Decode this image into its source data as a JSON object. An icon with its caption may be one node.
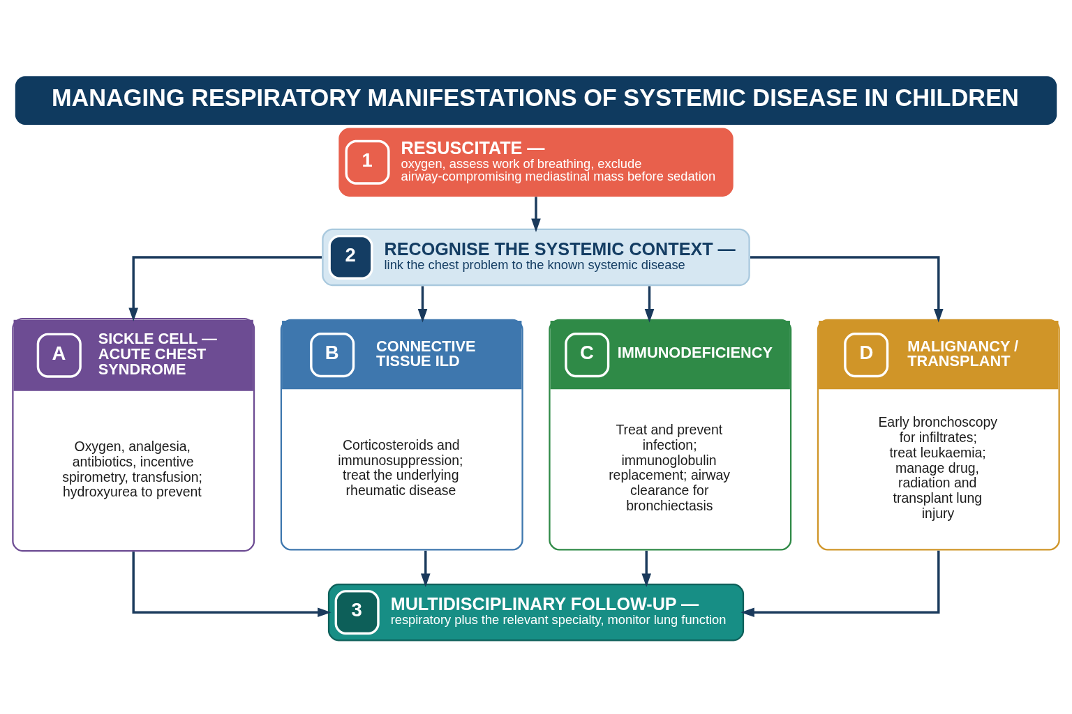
{
  "diagram": {
    "title": "MANAGING RESPIRATORY MANIFESTATIONS OF SYSTEMIC DISEASE IN CHILDREN",
    "nodes": [
      {
        "text": [
          "1",
          "RESUSCITATE —",
          "oxygen, assess work of breathing, exclude airway-compromising mediastinal mass before sedation"
        ]
      },
      {
        "text": [
          "2",
          "RECOGNISE THE SYSTEMIC CONTEXT —",
          "link the chest problem to the known systemic disease"
        ]
      },
      {
        "text": [
          "A",
          "SICKLE CELL — ACUTE CHEST SYNDROME",
          "Oxygen, analgesia, antibiotics, incentive spirometry, transfusion; hydroxyurea to prevent"
        ]
      },
      {
        "text": [
          "B",
          "CONNECTIVE TISSUE ILD",
          "Corticosteroids and immunosuppression; treat the underlying rheumatic disease"
        ]
      },
      {
        "text": [
          "C",
          "IMMUNODEFICIENCY",
          "Treat and prevent infection; immunoglobulin replacement; airway clearance for bronchiectasis"
        ]
      },
      {
        "text": [
          "D",
          "MALIGNANCY / TRANSPLANT",
          "Early bronchoscopy for infiltrates; treat leukaemia; manage drug, radiation and transplant lung injury"
        ]
      },
      {
        "text": [
          "3",
          "MULTIDISCIPLINARY FOLLOW-UP —",
          "respiratory plus the relevant specialty, monitor lung function"
        ]
      }
    ],
    "edges": [
      {
        "from": 0,
        "to": 1,
        "arrow": "to"
      },
      {
        "from": 1,
        "to": 2,
        "arrow": "to"
      },
      {
        "from": 1,
        "to": 3,
        "arrow": "to"
      },
      {
        "from": 1,
        "to": 4,
        "arrow": "to"
      },
      {
        "from": 1,
        "to": 5,
        "arrow": "to"
      },
      {
        "from": 2,
        "to": 6,
        "arrow": "to"
      },
      {
        "from": 3,
        "to": 6,
        "arrow": "to"
      },
      {
        "from": 4,
        "to": 6,
        "arrow": "to"
      },
      {
        "from": 5,
        "to": 6,
        "arrow": "to"
      }
    ]
  }
}
